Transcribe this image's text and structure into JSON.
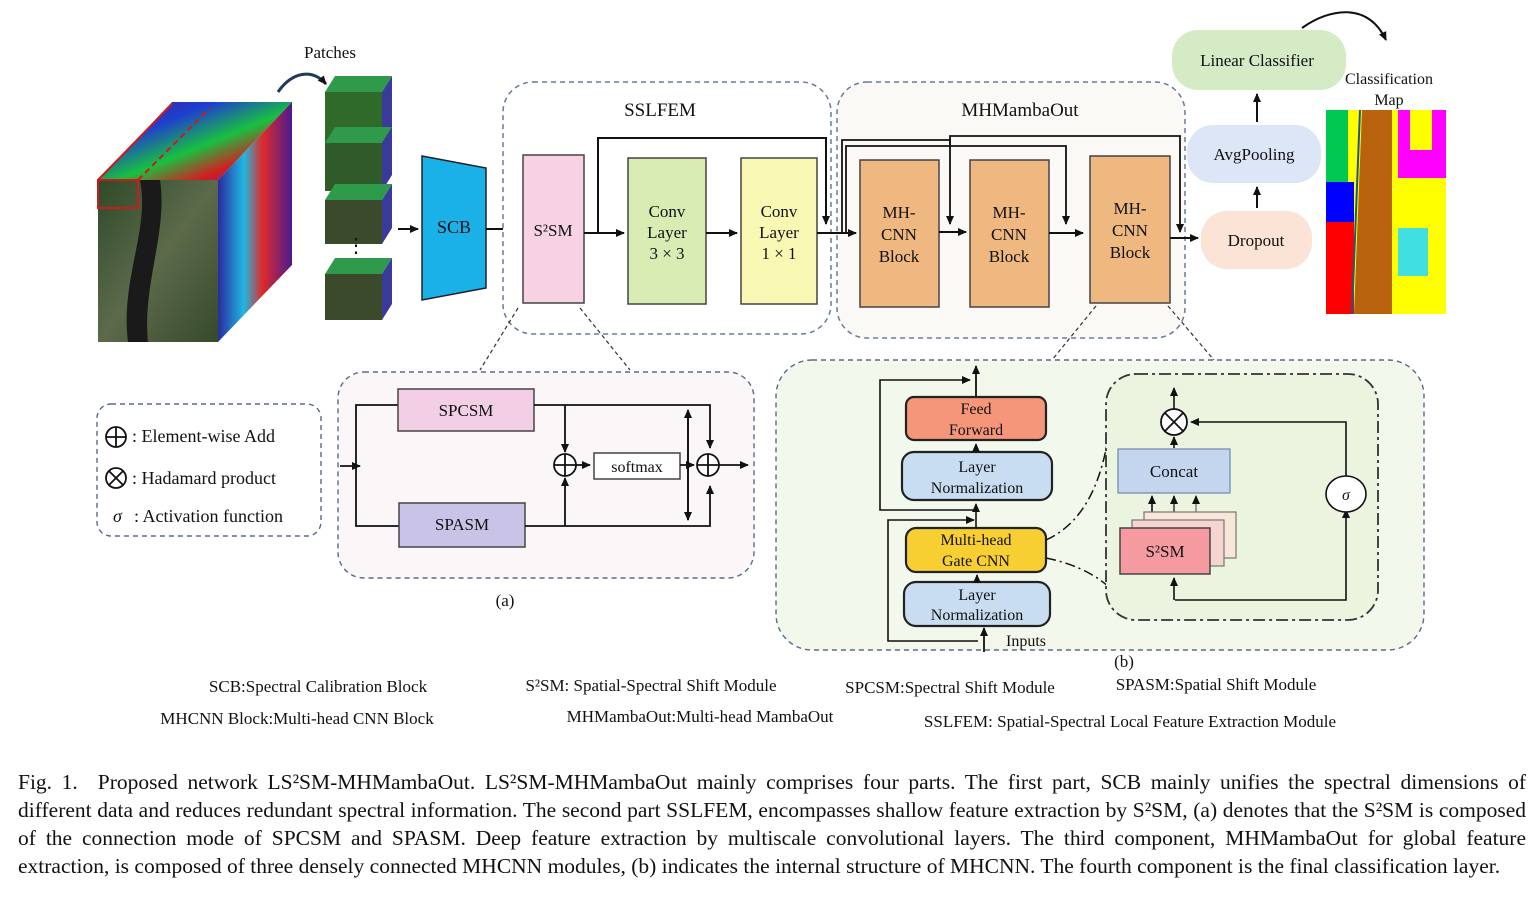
{
  "top": {
    "patches": "Patches",
    "scb": "SCB",
    "s2sm": "S²SM",
    "sslfem_title": "SSLFEM",
    "conv1": [
      "Conv",
      "Layer",
      "3 × 3"
    ],
    "conv2": [
      "Conv",
      "Layer",
      "1 × 1"
    ],
    "mhmambaout_title": "MHMambaOut",
    "mhcnn": [
      "MH-",
      "CNN",
      "Block"
    ],
    "dropout": "Dropout",
    "avgpooling": "AvgPooling",
    "linear_classifier": "Linear Classifier",
    "classification_map": [
      "Classification",
      "Map"
    ],
    "dots": "⋮"
  },
  "legend": {
    "add": ": Element-wise Add",
    "hadamard": ": Hadamard product",
    "sigma_symbol": "σ",
    "activation": ": Activation function"
  },
  "panel_a": {
    "spcsm": "SPCSM",
    "spasm": "SPASM",
    "softmax": "softmax",
    "label": "(a)"
  },
  "panel_b": {
    "feed_forward": [
      "Feed",
      "Forward"
    ],
    "layer_norm": [
      "Layer",
      "Normalization"
    ],
    "multi_head": [
      "Multi-head",
      "Gate CNN"
    ],
    "inputs": "Inputs",
    "concat": "Concat",
    "s2sm": "S²SM",
    "sigma": "σ",
    "label": "(b)"
  },
  "abbreviations": {
    "scb": "SCB:Spectral Calibration Block",
    "s2sm": "S²SM:  Spatial-Spectral Shift Module",
    "spcsm": "SPCSM:Spectral Shift Module",
    "spasm": "SPASM:Spatial Shift Module",
    "mhcnn": "MHCNN Block:Multi-head CNN  Block",
    "mhmambaout": "MHMambaOut:Multi-head MambaOut",
    "sslfem": "SSLFEM: Spatial-Spectral Local Feature Extraction Module"
  },
  "caption": {
    "fig": "Fig. 1.",
    "text": "Proposed network LS²SM-MHMambaOut. LS²SM-MHMambaOut mainly comprises four parts. The first part, SCB mainly unifies the spectral dimensions of different data and reduces redundant spectral information. The second part SSLFEM, encompasses shallow feature extraction by S²SM, (a) denotes that the S²SM is composed of the connection mode of SPCSM and SPASM. Deep feature extraction by multiscale convolutional layers. The third component, MHMambaOut for global feature extraction, is composed of three densely connected MHCNN modules, (b) indicates the internal structure of MHCNN. The fourth component is the final classification layer."
  }
}
